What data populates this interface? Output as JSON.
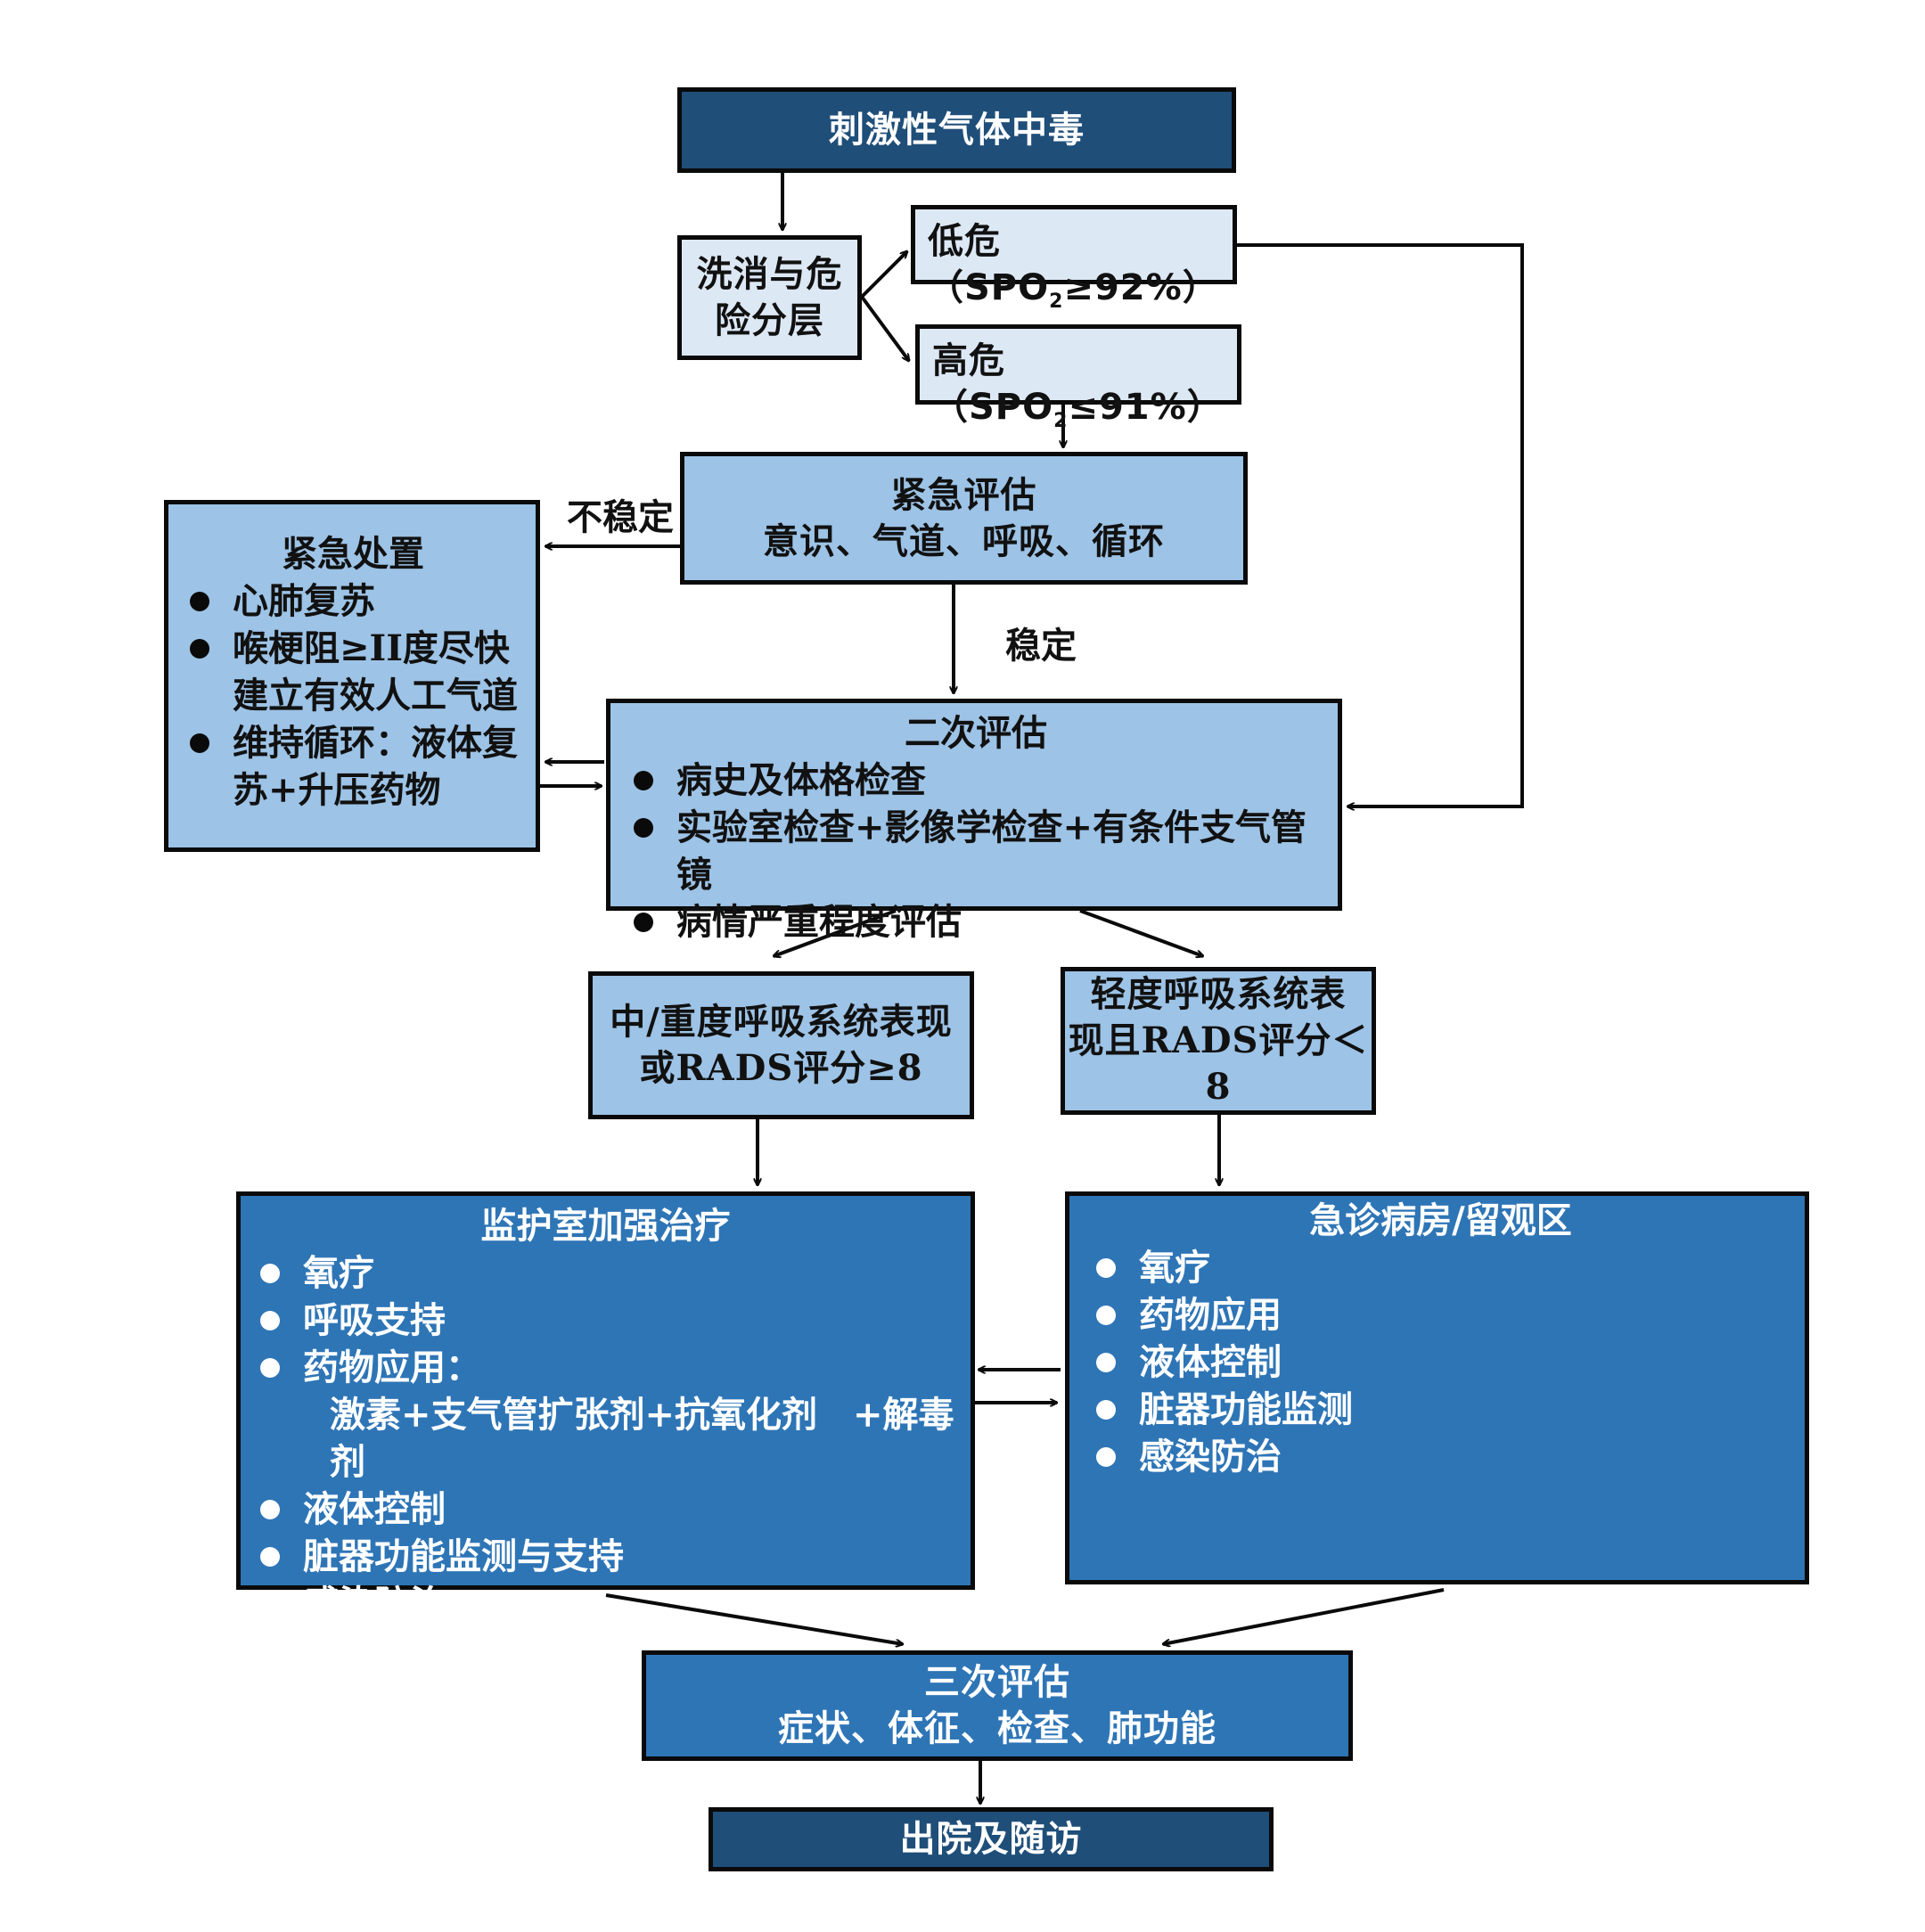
{
  "title": "刺激性气体中毒",
  "colors": {
    "navy": "#1f4e79",
    "medium_blue": "#2e75b6",
    "light_blue": "#9dc3e6",
    "pale_blue": "#dde8f5",
    "border": "#0a0a0a"
  },
  "nodes": {
    "start": {
      "label": "刺激性气体中毒"
    },
    "decon": {
      "lines": [
        "洗消与危",
        "险分层"
      ]
    },
    "low_risk": {
      "prefix": "低危（",
      "spo": "SPO",
      "sub": "2",
      "cond": "≥92%）"
    },
    "high_risk": {
      "prefix": "高危（",
      "spo": "SPO",
      "sub": "2",
      "cond": "≤91%）"
    },
    "emergency_assess": {
      "title": "紧急评估",
      "detail": "意识、气道、呼吸、循环"
    },
    "emergency_treat": {
      "title": "紧急处置",
      "items": [
        "心肺复苏",
        "喉梗阻≥II度尽快建立有效人工气道",
        "维持循环：液体复苏+升压药物"
      ]
    },
    "secondary_assess": {
      "title": "二次评估",
      "items": [
        "病史及体格检查",
        "实验室检查+影像学检查+有条件支气管镜",
        "病情严重程度评估"
      ]
    },
    "severe": {
      "lines": [
        "中/重度呼吸系统表现",
        "或RADS评分≥8"
      ]
    },
    "mild": {
      "lines": [
        "轻度呼吸系统表",
        "现且RADS评分＜8"
      ]
    },
    "icu": {
      "title": "监护室加强治疗",
      "items": [
        "氧疗",
        "呼吸支持",
        "药物应用：",
        "激素+支气管扩张剂+抗氧化剂　+解毒剂",
        "液体控制",
        "脏器功能监测与支持",
        "感染防治"
      ]
    },
    "ward": {
      "title": "急诊病房/留观区",
      "items": [
        "氧疗",
        "药物应用",
        "液体控制",
        "脏器功能监测",
        "感染防治"
      ]
    },
    "tertiary_assess": {
      "title": "三次评估",
      "detail": "症状、体征、检查、肺功能"
    },
    "discharge": {
      "label": "出院及随访"
    }
  },
  "edge_labels": {
    "unstable": "不稳定",
    "stable": "稳定"
  }
}
